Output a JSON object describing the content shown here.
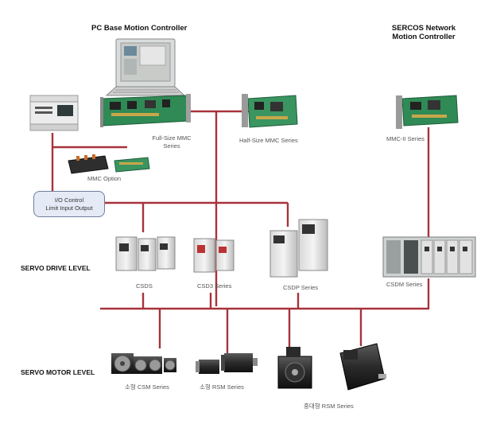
{
  "headings": {
    "pc_base": "PC Base Motion Controller",
    "sercos_line1": "SERCOS Network",
    "sercos_line2": "Motion Controller"
  },
  "levels": {
    "drive": "SERVO DRIVE LEVEL",
    "motor": "SERVO MOTOR LEVEL"
  },
  "io_box": {
    "line1": "I/O Control",
    "line2": "Limit Input Output"
  },
  "captions": {
    "full_size_line1": "Full-Size MMC",
    "full_size_line2": "Series",
    "half_size": "Half-Size MMC Series",
    "mmc_ii": "MMC-II Series",
    "mmc_option": "MMC Option",
    "csds": "CSDS",
    "csd3": "CSD3 Series",
    "csdp": "CSDP Series",
    "csdm": "CSDM Series",
    "csm": "소형 CSM Series",
    "rsm_small": "소형 RSM Series",
    "rsm_mid": "중대형 RSM Series"
  },
  "colors": {
    "line": "#a8323c",
    "box_fill": "#e4ebf6",
    "box_border": "#6f7f99"
  }
}
